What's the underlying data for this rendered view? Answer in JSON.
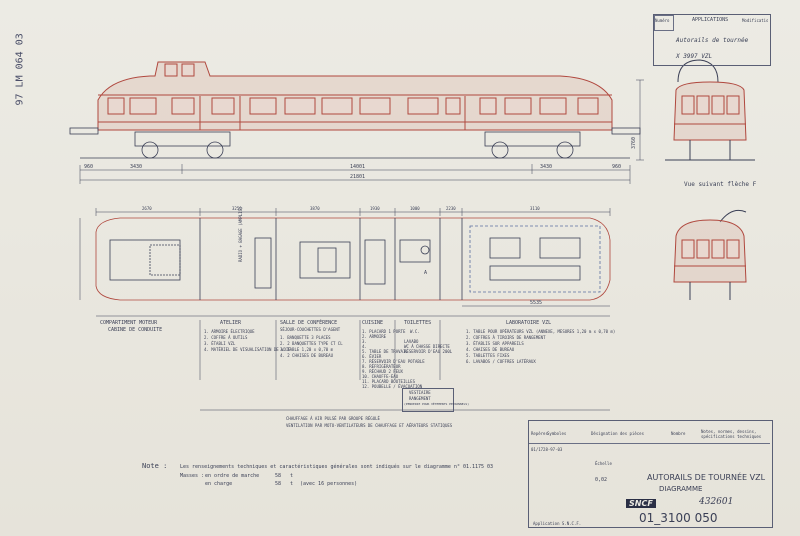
{
  "side_ref": "97 LM 064 03",
  "applications_table": {
    "col_numero": "Numéro d'ordre",
    "heading": "APPLICATIONS",
    "col_mod": "Modifications",
    "title_line1": "Autorails de tournée",
    "title_line2": "X 3997 VZL"
  },
  "view_label": "Vue suivant flèche F",
  "dimensions": {
    "total_length": "21801",
    "wheelbase": "14001",
    "overhang_left": "3430",
    "overhang_right": "3430",
    "height": "3760",
    "end_left": "960",
    "end_right": "960",
    "plan_total": "5535",
    "plan_dims": [
      "2670",
      "3250",
      "3870",
      "1930",
      "1000",
      "2230",
      "3110"
    ]
  },
  "plan_labels": {
    "atelier_box": "RADIO + BAGAGE (AMPLIS)",
    "arrow_a": "A"
  },
  "compartments": [
    {
      "title": "COMPARTIMENT MOTEUR",
      "subtitle": "CABINE DE CONDUITE",
      "items": []
    },
    {
      "title": "ATELIER",
      "items": [
        "1. ARMOIRE ÉLECTRIQUE",
        "2. COFFRE À OUTILS",
        "3. ÉTABLI VZL",
        "4. MATÉRIEL DE VISUALISATION DE VOIE"
      ]
    },
    {
      "title": "SALLE DE CONFÉRENCE",
      "subtitle": "SÉJOUR-COUCHETTES D'AGENT",
      "items": [
        "1. BANQUETTE 3 PLACES",
        "2. 2 BANQUETTES TYPE CT CL",
        "3. TABLE 1,20 x 0,70 m",
        "4. 2 CHAISES DE BUREAU"
      ]
    },
    {
      "title": "CUISINE",
      "items": [
        "1. PLACARD 1 PORTE",
        "2. ARMOIRE",
        "3.",
        "4.",
        "5. TABLE DE TRAVAIL",
        "6. ÉVIER",
        "7. RÉSERVOIR D'EAU POTABLE",
        "8. RÉFRIGÉRATEUR",
        "9. RÉCHAUD 2 FEUX",
        "10. CHAUFFE-EAU",
        "11. PLACARD BOUTEILLES",
        "12. POUBELLE / ÉVACUATION"
      ]
    },
    {
      "title": "TOILETTES",
      "items": [
        "W.C.",
        "LAVABO",
        "WC À CHASSE DIRECTE",
        "RÉSERVOIR D'EAU 200L"
      ]
    },
    {
      "title": "LABORATOIRE VZL",
      "items": [
        "1. TABLE POUR OPÉRATEURS VZL (ANNEXE, MESURES 1,20 m x 0,70 m)",
        "2. COFFRES À TIROIRS DE RANGEMENT",
        "3. ÉTABLIS SUR APPAREILS",
        "4. CHAISES DE BUREAU",
        "5. TABLETTES FIXES",
        "6. LAVABOS / COFFRES LATÉRAUX"
      ]
    }
  ],
  "vestiaire": {
    "title": "VESTIAIRE",
    "title2": "RANGEMENT",
    "sub": "(PENDERIE POUR VÊTEMENTS PERSONNELS)"
  },
  "note_chauffage": "CHAUFFAGE À AIR PULSÉ PAR GROUPE RÉGULÉ",
  "note_ventilation": "VENTILATION PAR MOTO-VENTILATEURS DE CHAUFFAGE ET AÉRATEURS STATIQUES",
  "note": {
    "label": "Note :",
    "line1": "Les renseignements techniques et caractéristiques générales sont indiqués sur le diagramme n° 01.1175 03",
    "masses_label": "Masses :",
    "empty_label": "en ordre de marche",
    "empty_value": "58",
    "load_label": "en charge",
    "load_value": "58",
    "unit": "t",
    "load_note": "(avec 16 personnes)"
  },
  "title_block": {
    "col_reperes": "Repères",
    "col_symboles": "Symboles",
    "col_designation": "Désignation des pièces",
    "col_nombre": "Nombre",
    "col_notes": "Notes, normes, dessins, spécifications techniques",
    "ref_row": "01/1728-97-03",
    "echelle": "Échelle",
    "echelle_value": "0,02",
    "title1": "AUTORAILS DE TOURNÉE VZL",
    "title2": "DIAGRAMME",
    "sncf": "SNCF",
    "code_handwritten": "432601",
    "drawing_number": "01_3100 050",
    "app_label": "Application S.N.C.F."
  },
  "colors": {
    "ink": "#3a3f55",
    "red": "#b0483e",
    "paper": "#ecebe4",
    "blue": "#5b6fa0"
  }
}
